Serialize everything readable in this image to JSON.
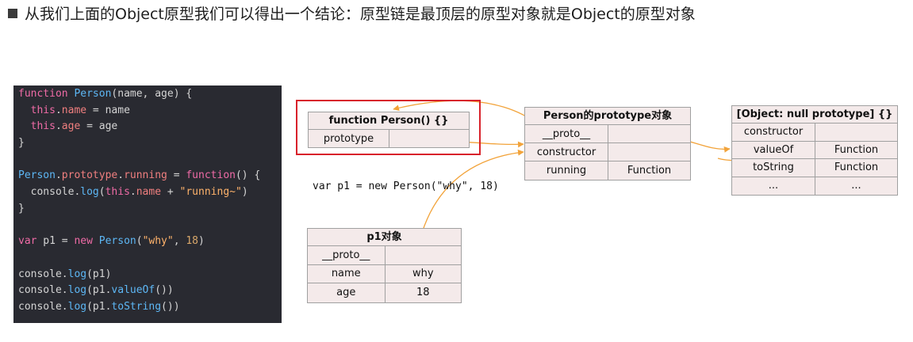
{
  "heading": "从我们上面的Object原型我们可以得出一个结论：原型链是最顶层的原型对象就是Object的原型对象",
  "code_lines": [
    [
      {
        "t": "function",
        "c": "kw"
      },
      {
        "t": " ",
        "c": "id"
      },
      {
        "t": "Person",
        "c": "fn"
      },
      {
        "t": "(name, age) {",
        "c": "id"
      }
    ],
    [
      {
        "t": "  ",
        "c": "id"
      },
      {
        "t": "this",
        "c": "kw"
      },
      {
        "t": ".",
        "c": "id"
      },
      {
        "t": "name",
        "c": "prop"
      },
      {
        "t": " = name",
        "c": "id"
      }
    ],
    [
      {
        "t": "  ",
        "c": "id"
      },
      {
        "t": "this",
        "c": "kw"
      },
      {
        "t": ".",
        "c": "id"
      },
      {
        "t": "age",
        "c": "prop"
      },
      {
        "t": " = age",
        "c": "id"
      }
    ],
    [
      {
        "t": "}",
        "c": "id"
      }
    ],
    [
      {
        "t": "",
        "c": "id"
      }
    ],
    [
      {
        "t": "Person",
        "c": "fn"
      },
      {
        "t": ".",
        "c": "id"
      },
      {
        "t": "prototype",
        "c": "prop"
      },
      {
        "t": ".",
        "c": "id"
      },
      {
        "t": "running",
        "c": "prop"
      },
      {
        "t": " = ",
        "c": "id"
      },
      {
        "t": "function",
        "c": "kw"
      },
      {
        "t": "() {",
        "c": "id"
      }
    ],
    [
      {
        "t": "  console.",
        "c": "id"
      },
      {
        "t": "log",
        "c": "fn"
      },
      {
        "t": "(",
        "c": "id"
      },
      {
        "t": "this",
        "c": "kw"
      },
      {
        "t": ".",
        "c": "id"
      },
      {
        "t": "name",
        "c": "prop"
      },
      {
        "t": " + ",
        "c": "id"
      },
      {
        "t": "\"running~\"",
        "c": "str"
      },
      {
        "t": ")",
        "c": "id"
      }
    ],
    [
      {
        "t": "}",
        "c": "id"
      }
    ],
    [
      {
        "t": "",
        "c": "id"
      }
    ],
    [
      {
        "t": "var",
        "c": "kw"
      },
      {
        "t": " p1 = ",
        "c": "id"
      },
      {
        "t": "new",
        "c": "kw"
      },
      {
        "t": " ",
        "c": "id"
      },
      {
        "t": "Person",
        "c": "fn"
      },
      {
        "t": "(",
        "c": "id"
      },
      {
        "t": "\"why\"",
        "c": "str"
      },
      {
        "t": ", ",
        "c": "id"
      },
      {
        "t": "18",
        "c": "num"
      },
      {
        "t": ")",
        "c": "id"
      }
    ],
    [
      {
        "t": "",
        "c": "id"
      }
    ],
    [
      {
        "t": "console.",
        "c": "id"
      },
      {
        "t": "log",
        "c": "fn"
      },
      {
        "t": "(p1)",
        "c": "id"
      }
    ],
    [
      {
        "t": "console.",
        "c": "id"
      },
      {
        "t": "log",
        "c": "fn"
      },
      {
        "t": "(p1.",
        "c": "id"
      },
      {
        "t": "valueOf",
        "c": "fn"
      },
      {
        "t": "())",
        "c": "id"
      }
    ],
    [
      {
        "t": "console.",
        "c": "id"
      },
      {
        "t": "log",
        "c": "fn"
      },
      {
        "t": "(p1.",
        "c": "id"
      },
      {
        "t": "toString",
        "c": "fn"
      },
      {
        "t": "())",
        "c": "id"
      }
    ]
  ],
  "diagram": {
    "person_fn": {
      "title": "function Person() {}",
      "rows": [
        [
          "prototype",
          ""
        ]
      ]
    },
    "person_proto": {
      "title": "Person的prototype对象",
      "rows": [
        [
          "__proto__",
          ""
        ],
        [
          "constructor",
          ""
        ],
        [
          "running",
          "Function"
        ]
      ]
    },
    "object_proto": {
      "title": "[Object: null prototype] {}",
      "rows": [
        [
          "constructor",
          ""
        ],
        [
          "valueOf",
          "Function"
        ],
        [
          "toString",
          "Function"
        ],
        [
          "...",
          "..."
        ]
      ]
    },
    "p1": {
      "title": "p1对象",
      "rows": [
        [
          "__proto__",
          ""
        ],
        [
          "name",
          "why"
        ],
        [
          "age",
          "18"
        ]
      ]
    },
    "new_expr": "var p1 = new Person(\"why\", 18)",
    "colors": {
      "arrow": "#f2a33a",
      "highlight": "#d8222b",
      "code_bg": "#292a31"
    }
  }
}
